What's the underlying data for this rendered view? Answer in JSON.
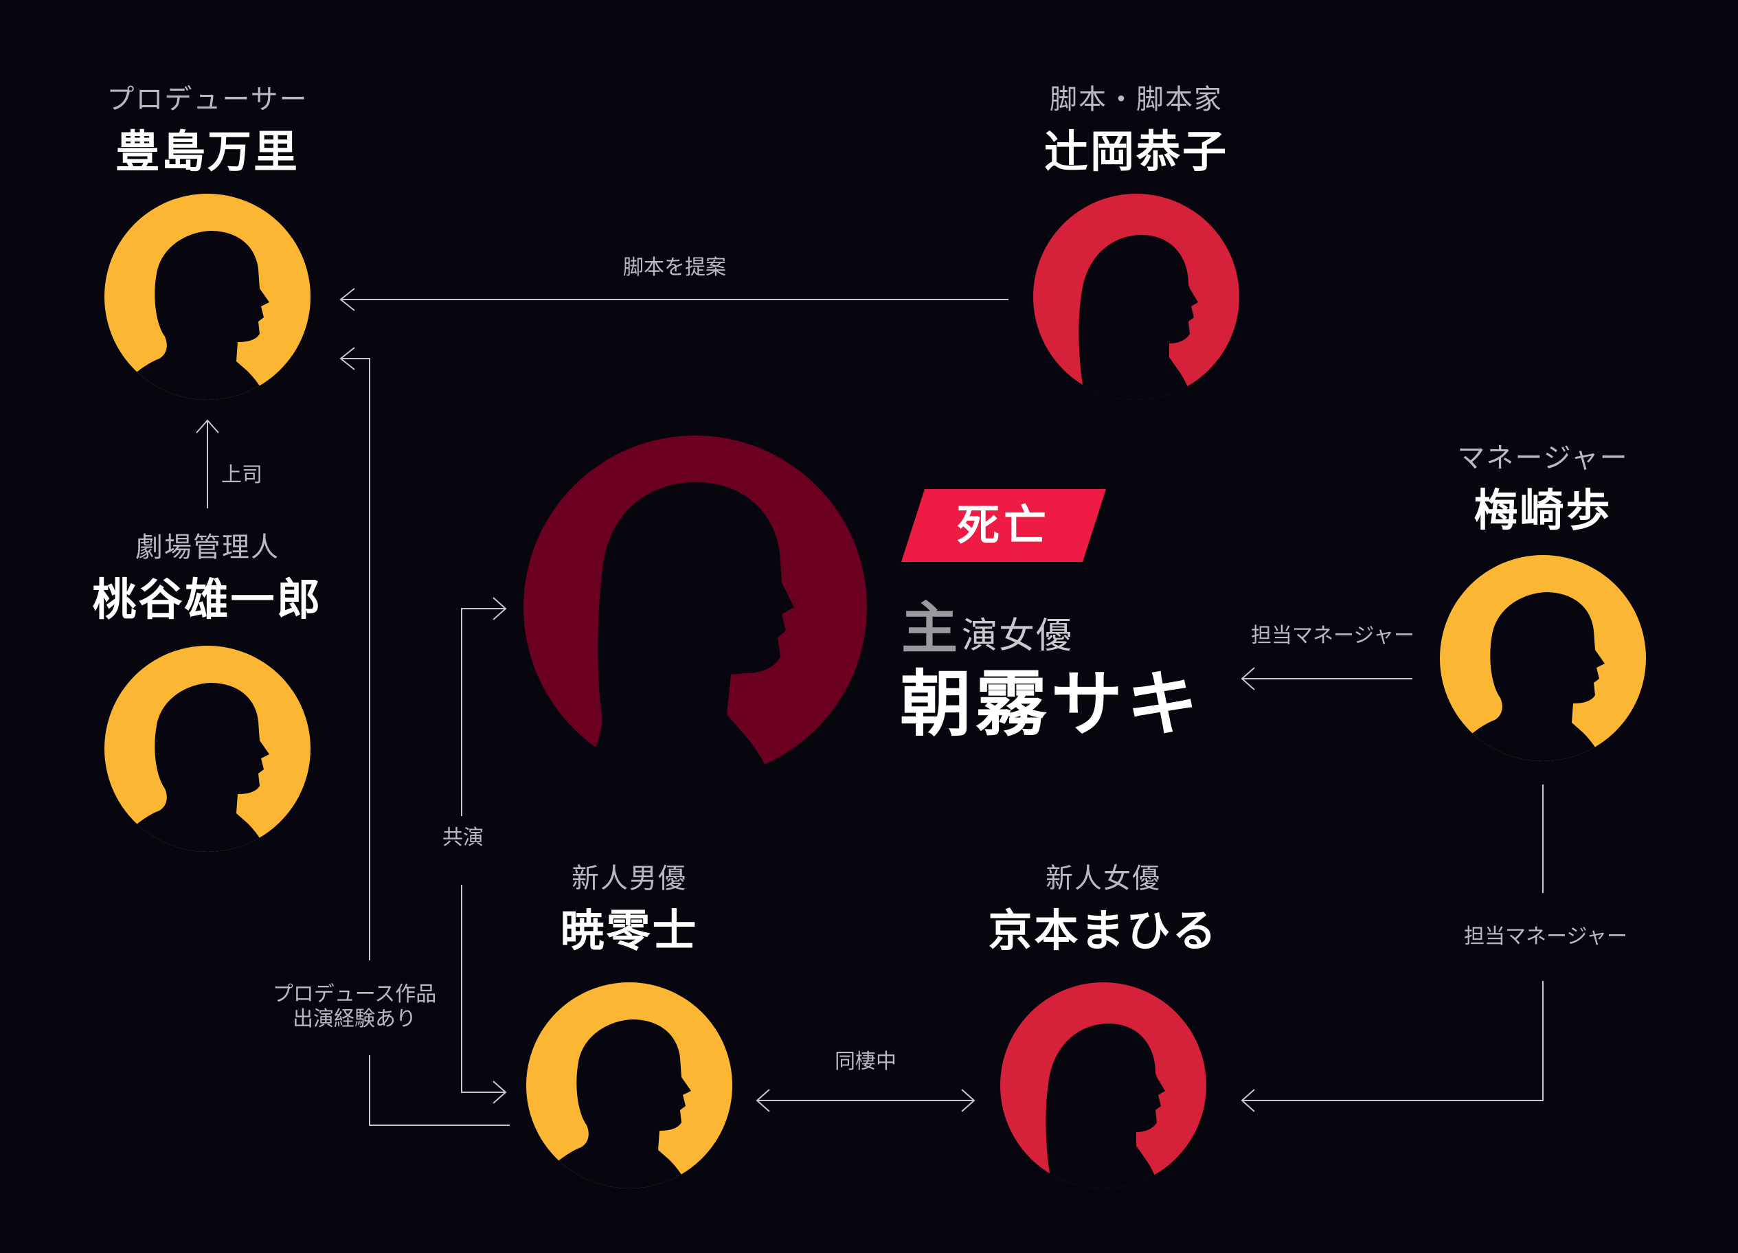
{
  "colors": {
    "background": "#07060f",
    "male": "#fbb734",
    "female": "#d5213a",
    "deceased": "#6b0020",
    "badge": "#ee1c45",
    "line": "#c7c7cf"
  },
  "people": {
    "toyoshima": {
      "role": "プロデューサー",
      "name": "豊島万里",
      "color": "male"
    },
    "tsujioka": {
      "role": "脚本・脚本家",
      "name": "辻岡恭子",
      "color": "female"
    },
    "momoya": {
      "role": "劇場管理人",
      "name": "桃谷雄一郎",
      "color": "male"
    },
    "asagiri": {
      "status": "死亡",
      "role_mark": "主",
      "role": "演女優",
      "name": "朝霧サキ",
      "color": "deceased"
    },
    "umezaki": {
      "role": "マネージャー",
      "name": "梅崎歩",
      "color": "male"
    },
    "akatsuki": {
      "role": "新人男優",
      "name": "暁零士",
      "color": "male"
    },
    "kyomoto": {
      "role": "新人女優",
      "name": "京本まひる",
      "color": "female"
    }
  },
  "relations": {
    "script_proposal": "脚本を提案",
    "boss": "上司",
    "costar": "共演",
    "produced_work": [
      "プロデュース作品",
      "出演経験あり"
    ],
    "manager_of_lead": "担当マネージャー",
    "manager_of_newcomer": "担当マネージャー",
    "living_together": "同棲中"
  }
}
